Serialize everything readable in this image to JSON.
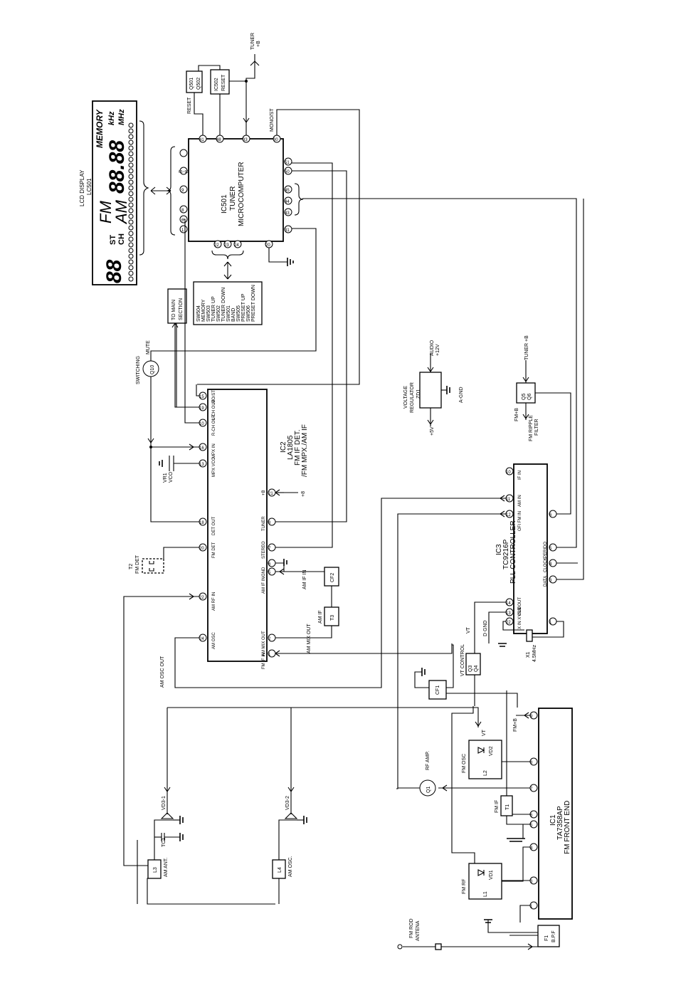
{
  "labels": {
    "lcd_display": "LCD DISPLAY",
    "lcd_ref": "LC501",
    "lcd_memory": "MEMORY",
    "lcd_khz": "kHz",
    "lcd_mhz": "MHz",
    "lcd_fm": "FM",
    "lcd_am": "AM",
    "lcd_st": "ST",
    "lcd_ch": "CH",
    "lcd_digits": "88.88",
    "lcd_preset": "88",
    "tuner_b": "TUNER",
    "tuner_b2": "+B",
    "reset": "RESET",
    "q501": "Q501",
    "q502": "Q502",
    "ic502": "IC502",
    "ic502_reset": "RESET",
    "mono_st": "MONO/ST",
    "ic501_1": "IC501",
    "ic501_2": "TUNER",
    "ic501_3": "MICROCOMPUTER",
    "to_main_1": "TO MAIN",
    "to_main_2": "SECTION",
    "sw_1": "SW504",
    "sw_2": "MEMORY",
    "sw_3": "SW503",
    "sw_4": "TUNER  UP",
    "sw_5": "SW502",
    "sw_6": "TUNER  DOWN",
    "sw_7": "SW501",
    "sw_8": "BAND",
    "sw_9": "SW505",
    "sw_10": "PRESET  UP",
    "sw_11": "SW506",
    "sw_12": "PRESET  DOWN",
    "mute": "MUTE",
    "switching": "SWITCHING",
    "q10": "Q10",
    "ic2_1": "IC2",
    "ic2_2": "LA1805",
    "ic2_3": "FM  IF DET.",
    "ic2_4": "/FM  MPX./AM  IF",
    "mo_st": "MO/ST",
    "lch_out": "L-CH  OUT",
    "rch_out": "R-CH  OUT",
    "mpx_in": "MPX  IN",
    "mpx_vco": "MPX  VCO",
    "vr1": "VR1",
    "vco": "VCO",
    "plus_b": "+B",
    "plus_8": "+8",
    "det_out": "DET  OUT",
    "tuner": "TUNER",
    "fm_det": "FM  DET",
    "stereo": "STEREO",
    "t2": "T2",
    "fm_det_t2": "FM  DET",
    "gnd": "GND",
    "am_if_in": "AM  IF  IN",
    "am_if_in2": "AM  IF  IN",
    "cf2": "CF2",
    "am_rf_in": "AM  RF  IN",
    "am_if": "AM  IF",
    "t3": "T3",
    "am_osc": "AM  OSC",
    "am_mix_out": "AM  MIX  OUT",
    "am_mix_out2": "AM  MIX  OUT",
    "fm_if_in": "FM  IF  IN",
    "am_osc_out": "AM  OSC  OUT",
    "voltage_1": "VOLTAGE",
    "voltage_2": "REGULATOR",
    "zd1": "ZD1",
    "audio": "AUDIO",
    "audio_12v": "+12V",
    "agnd": "A-GND",
    "plus5v": "+5V",
    "tuner_b_2": "TUNER +B",
    "q5": "Q5",
    "q6": "Q6",
    "fm_b": "FM+B",
    "fm_ripple_1": "FM  RIPPLE",
    "fm_ripple_2": "FILTER",
    "if_in": "IF  IN",
    "am_in": "AM  IN",
    "ofi_fm_in": "OFI  FM  IN",
    "ic3_1": "IC3",
    "ic3_2": "TC9216P",
    "ic3_3": "PLL  CONTROLLER",
    "perido": "PERIDO",
    "clock": "CLOCK",
    "data": "DATA",
    "dout": "DOUT",
    "vss": "VSS",
    "xin_xout": "X IN  X OUT",
    "d_gnd": "D GND",
    "x1": "X1",
    "x1_freq": "4.5MHz",
    "vt": "VT",
    "vt_control": "VT CONTROL",
    "q3": "Q3",
    "q4": "Q4",
    "cf1": "CF1",
    "fm_b_2": "FM+B",
    "fm_osc": "FM  OSC",
    "vd2": "VD2",
    "l2": "L2",
    "rf_amp": "RF  AMP.",
    "q1": "Q1",
    "fm_if_t1": "FM  IF",
    "t1": "T1",
    "vd3_1": "VD3-1",
    "vd3_2": "VD3-2",
    "tc1": "TC1",
    "l3": "L3",
    "am_ant": "AM  ANT.",
    "l4": "L4",
    "am_osc2": "AM  OSC.",
    "ic1_1": "IC1",
    "ic1_2": "TA7358AP",
    "ic1_3": "FM  FRONT  END",
    "fm_rf": "FM  RF",
    "vd1": "VD1",
    "l1": "L1",
    "vt_2": "VT",
    "fm_rod_1": "FM  ROD",
    "fm_rod_2": "ANTENA",
    "f1": "F1",
    "bpf": "B.P.F"
  },
  "pins": {
    "ic501_top": [
      "41",
      "48",
      "33",
      "30"
    ],
    "ic501_left": [
      "1",
      "6",
      "8",
      "9",
      "65~90"
    ],
    "ic501_bottom": [
      "22",
      "23",
      "24",
      "20"
    ],
    "ic501_right": [
      "31",
      "43",
      "44",
      "45",
      "50",
      "51"
    ],
    "ic2_top": [
      "24",
      "22",
      "20",
      "18",
      "13",
      "16",
      "10",
      "19",
      "15"
    ],
    "ic2_bottom": [
      "1",
      "2",
      "5",
      "6",
      "7",
      "8",
      "21"
    ],
    "ic3_top": [
      "22",
      "13",
      "14"
    ],
    "ic3_left": [
      "1"
    ],
    "ic3_bottom": [
      "3",
      "4",
      "5",
      "6",
      "12",
      "11",
      "10"
    ],
    "ic1_top": [
      "1",
      "3",
      "4",
      "5",
      "6",
      "7",
      "8",
      "9"
    ]
  }
}
